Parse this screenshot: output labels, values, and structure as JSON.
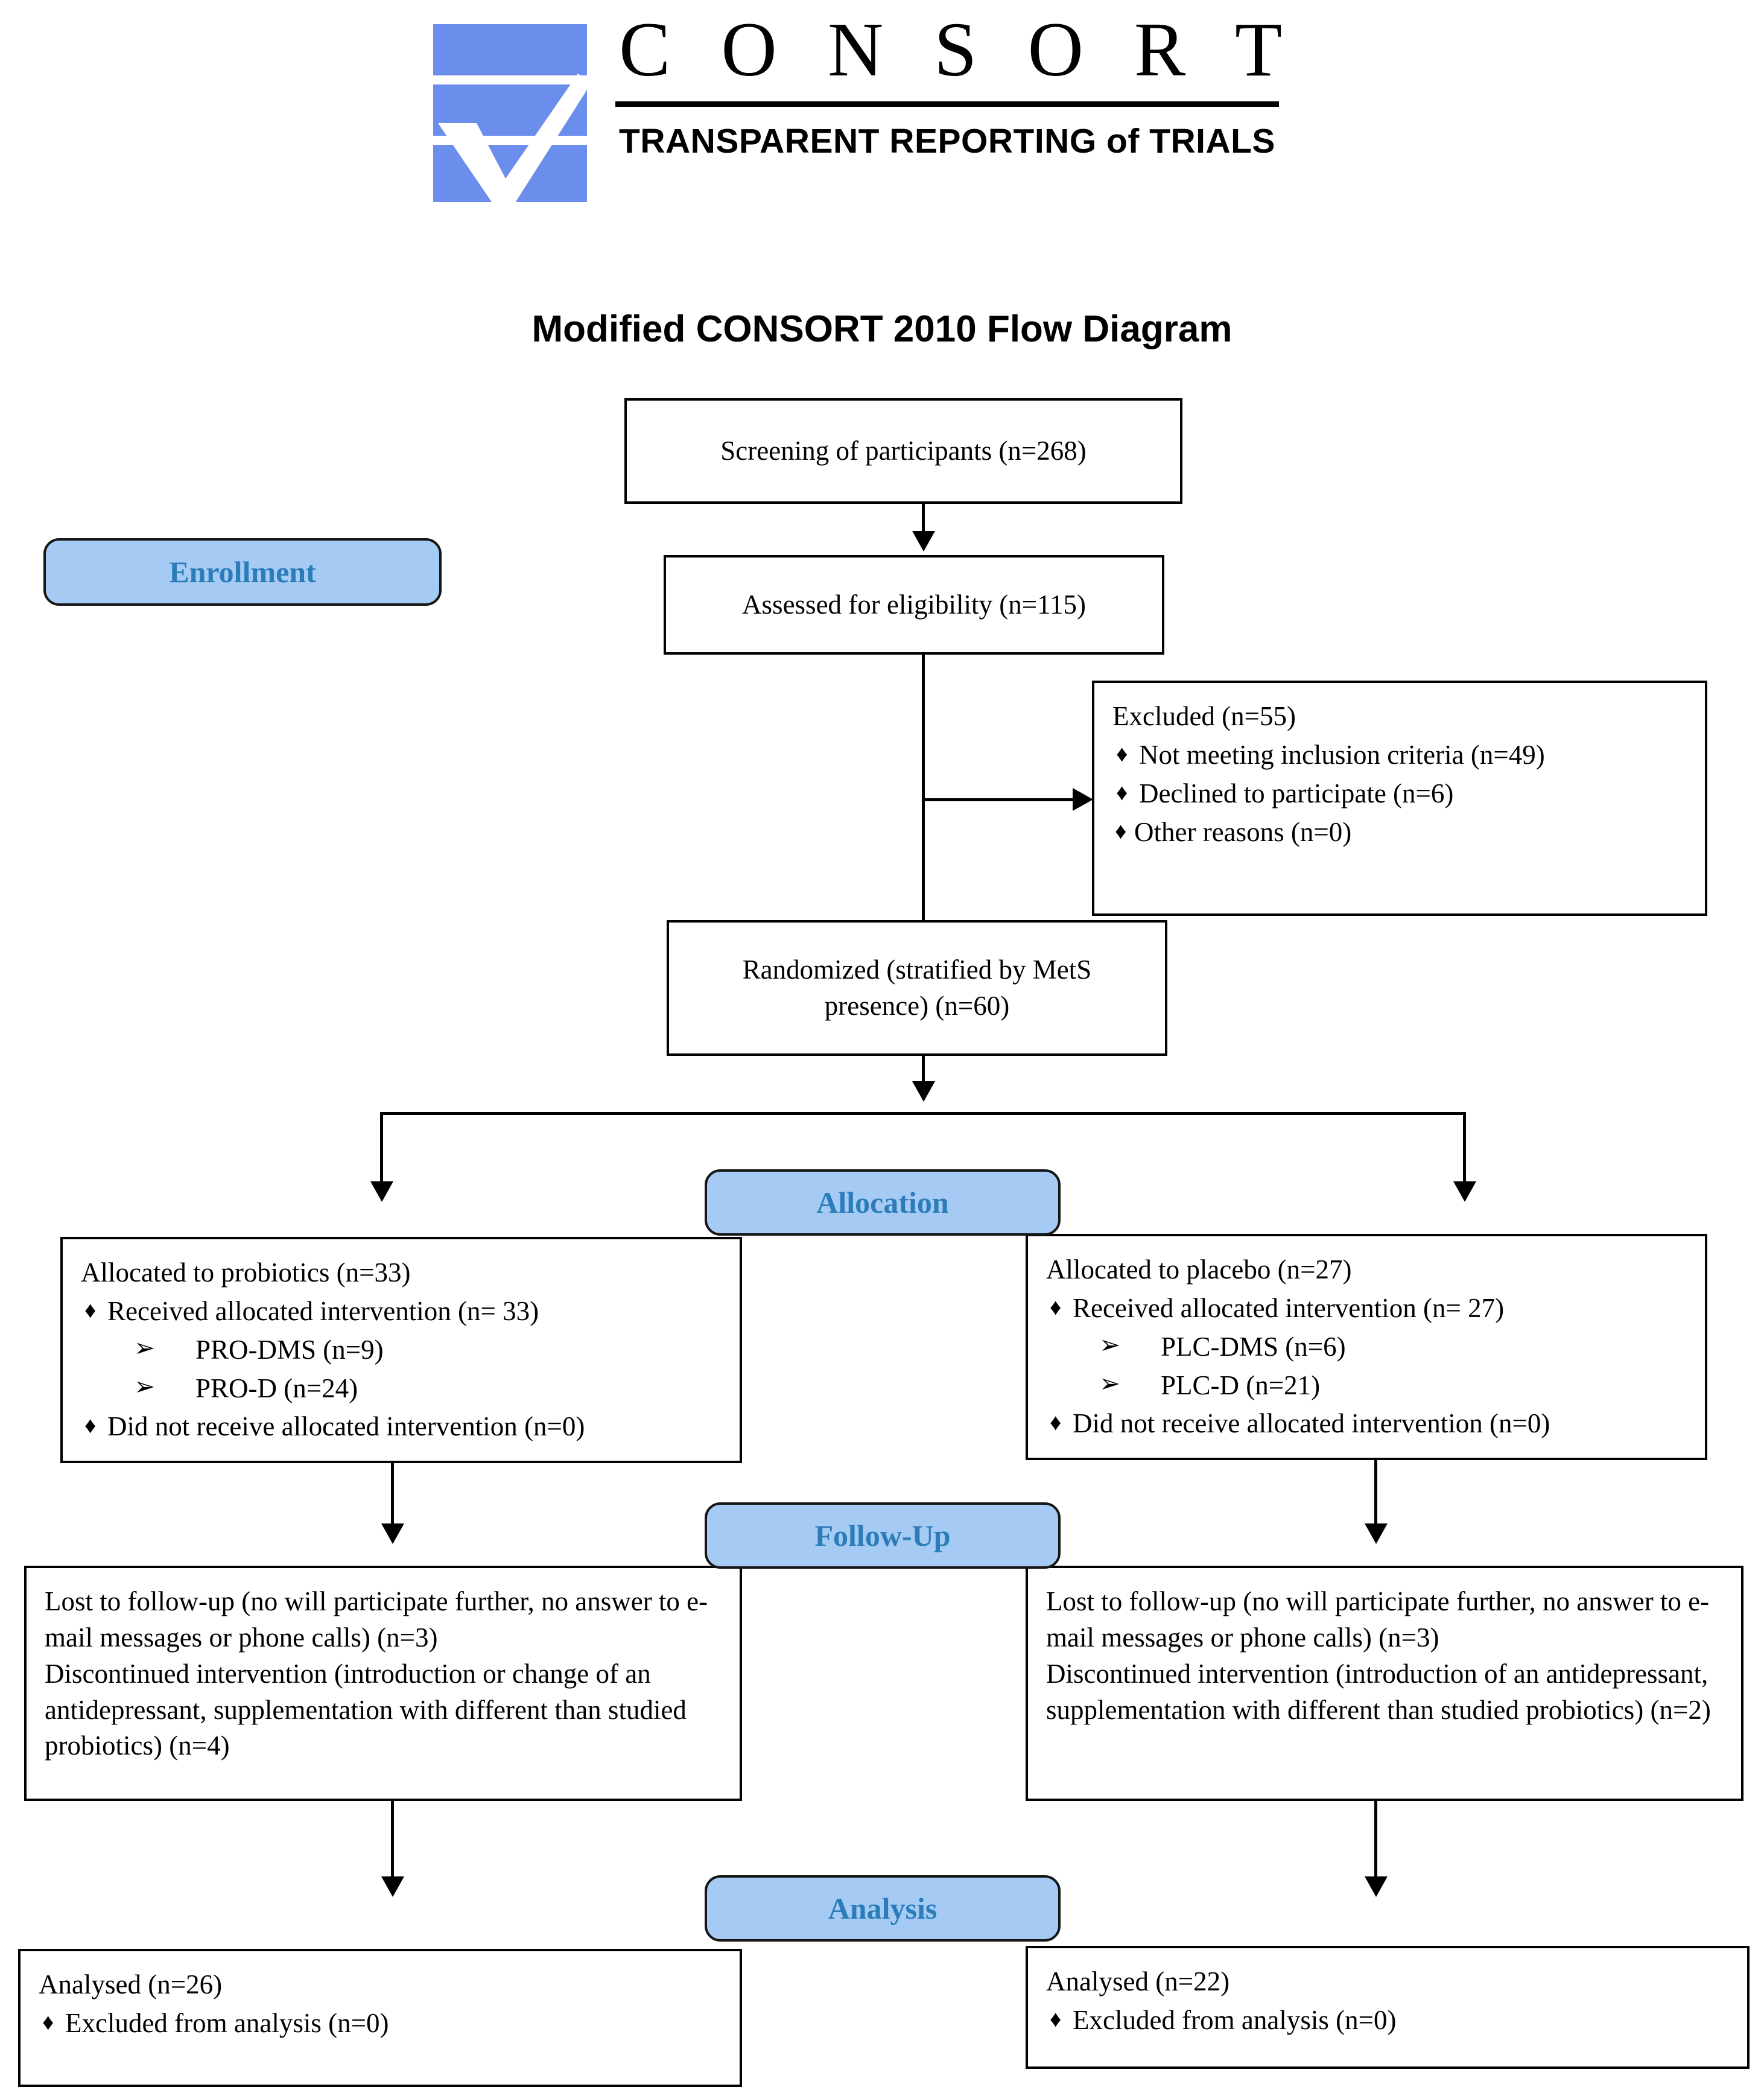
{
  "logo": {
    "wordmark": "C O N S O R T",
    "tagline": "TRANSPARENT REPORTING of TRIALS",
    "brand_color": "#6B8DEB"
  },
  "diagram": {
    "title": "Modified CONSORT 2010 Flow Diagram",
    "badge_fill": "#A5CBF5",
    "badge_text_color": "#2B7CB8"
  },
  "stages": {
    "enrollment": "Enrollment",
    "allocation": "Allocation",
    "follow_up": "Follow-Up",
    "analysis": "Analysis"
  },
  "boxes": {
    "screening": "Screening of participants (n=268)",
    "assessed": "Assessed for eligibility (n=115)",
    "randomized_line1": "Randomized (stratified by MetS",
    "randomized_line2": "presence) (n=60)"
  },
  "excluded": {
    "header": "Excluded (n=55)",
    "bullet_glyph": "♦",
    "items": [
      "Not meeting inclusion criteria (n=49)",
      "Declined to participate (n=6)",
      "Other reasons (n=0)"
    ]
  },
  "allocation_left": {
    "header": "Allocated to probiotics (n=33)",
    "bullet_glyph": "♦",
    "sub_glyph": "➢",
    "received": "Received allocated intervention (n= 33)",
    "subitems": [
      "PRO-DMS (n=9)",
      "PRO-D (n=24)"
    ],
    "not_received": "Did not receive allocated intervention (n=0)"
  },
  "allocation_right": {
    "header": "Allocated to placebo (n=27)",
    "bullet_glyph": "♦",
    "sub_glyph": "➢",
    "received": "Received allocated intervention (n= 27)",
    "subitems": [
      "PLC-DMS (n=6)",
      "PLC-D (n=21)"
    ],
    "not_received": "Did not receive allocated intervention (n=0)"
  },
  "followup_left": {
    "lost": "Lost to follow-up (no will participate further, no answer to e-mail messages or phone calls) (n=3)",
    "discontinued": "Discontinued intervention (introduction or change of an antidepressant, supplementation with different than studied probiotics) (n=4)"
  },
  "followup_right": {
    "lost": "Lost to follow-up (no will participate further, no answer to e-mail messages or phone calls) (n=3)",
    "discontinued": "Discontinued intervention (introduction of an antidepressant, supplementation with different than studied probiotics) (n=2)"
  },
  "analysis_left": {
    "header": "Analysed (n=26)",
    "bullet_glyph": "♦",
    "excluded": "Excluded from analysis (n=0)"
  },
  "analysis_right": {
    "header": "Analysed (n=22)",
    "bullet_glyph": "♦",
    "excluded": "Excluded from analysis (n=0)"
  }
}
